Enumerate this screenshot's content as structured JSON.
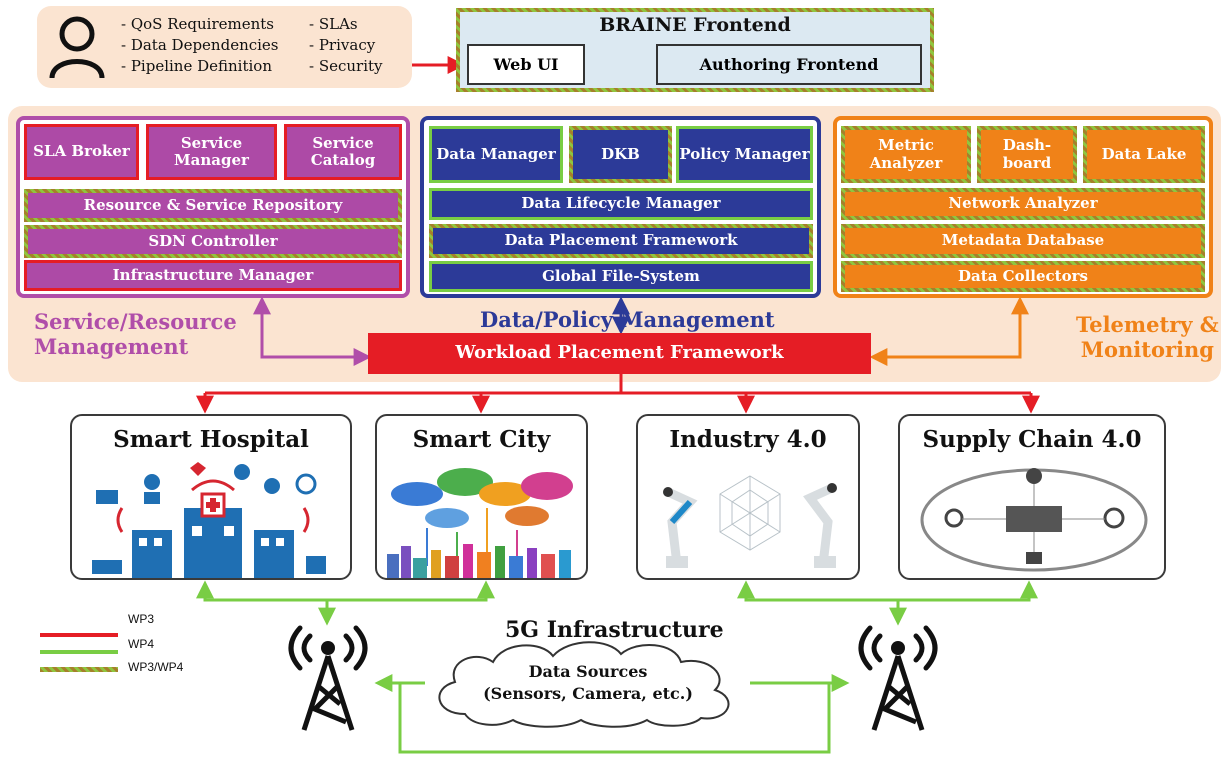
{
  "user_requirements": {
    "col1": [
      "- QoS Requirements",
      "- Data Dependencies",
      "- Pipeline Definition"
    ],
    "col2": [
      "- SLAs",
      "- Privacy",
      "- Security"
    ]
  },
  "frontend": {
    "title": "BRAINE Frontend",
    "web_ui": "Web UI",
    "authoring": "Authoring Frontend"
  },
  "service_management": {
    "label_line1": "Service/Resource",
    "label_line2": "Management",
    "sla_broker": "SLA Broker",
    "service_manager": "Service Manager",
    "service_catalog": "Service Catalog",
    "resource_repository": "Resource & Service Repository",
    "sdn_controller": "SDN Controller",
    "infrastructure_manager": "Infrastructure Manager"
  },
  "data_management": {
    "label": "Data/Policy Management",
    "data_manager": "Data Manager",
    "dkb": "DKB",
    "policy_manager": "Policy Manager",
    "lifecycle": "Data Lifecycle Manager",
    "placement": "Data Placement Framework",
    "filesystem": "Global File-System"
  },
  "telemetry": {
    "label_line1": "Telemetry &",
    "label_line2": "Monitoring",
    "metric_analyzer": "Metric Analyzer",
    "dashboard": "Dash- board",
    "data_lake": "Data Lake",
    "network_analyzer": "Network Analyzer",
    "metadata_db": "Metadata Database",
    "data_collectors": "Data Collectors"
  },
  "workload": "Workload Placement Framework",
  "use_cases": {
    "hospital": "Smart Hospital",
    "city": "Smart City",
    "industry": "Industry 4.0",
    "supply": "Supply Chain 4.0"
  },
  "legend": [
    "WP3",
    "WP4",
    "WP3/WP4"
  ],
  "infrastructure": {
    "title": "5G Infrastructure",
    "sources_line1": "Data Sources",
    "sources_line2": "(Sensors, Camera, etc.)"
  },
  "colors": {
    "wp3": "#e51d25",
    "wp4": "#79cd44",
    "service_purple": "#ad4aa6",
    "data_blue": "#2c3a98",
    "telemetry_orange": "#f08218",
    "background_peach": "#fbe4d1"
  },
  "icons": [
    "user-icon",
    "cell-tower-icon",
    "cloud-icon"
  ]
}
